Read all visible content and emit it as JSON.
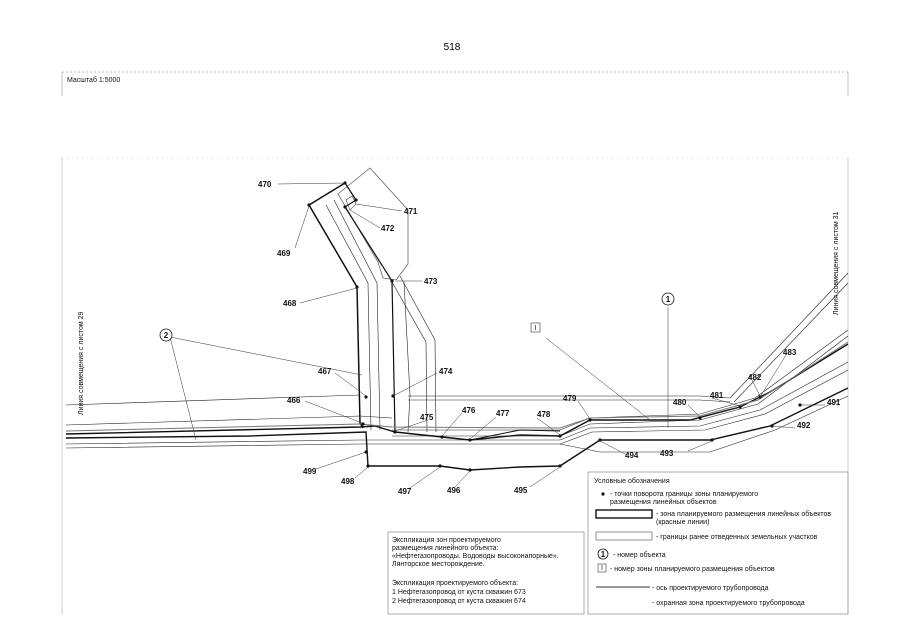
{
  "page_number": "518",
  "scale": "Масштаб 1:5000",
  "edge_left": "Линия совмещения с листом 29",
  "edge_right": "Линия совмещения с листом 31",
  "object_markers": {
    "obj1": "1",
    "obj2": "2",
    "zone": "I"
  },
  "points": [
    {
      "id": "p470",
      "label": "470"
    },
    {
      "id": "p471",
      "label": "471"
    },
    {
      "id": "p472",
      "label": "472"
    },
    {
      "id": "p469",
      "label": "469"
    },
    {
      "id": "p473",
      "label": "473"
    },
    {
      "id": "p468",
      "label": "468"
    },
    {
      "id": "p467",
      "label": "467"
    },
    {
      "id": "p474",
      "label": "474"
    },
    {
      "id": "p466",
      "label": "466"
    },
    {
      "id": "p475",
      "label": "475"
    },
    {
      "id": "p476",
      "label": "476"
    },
    {
      "id": "p477",
      "label": "477"
    },
    {
      "id": "p478",
      "label": "478"
    },
    {
      "id": "p479",
      "label": "479"
    },
    {
      "id": "p480",
      "label": "480"
    },
    {
      "id": "p481",
      "label": "481"
    },
    {
      "id": "p482",
      "label": "482"
    },
    {
      "id": "p483",
      "label": "483"
    },
    {
      "id": "p491",
      "label": "491"
    },
    {
      "id": "p492",
      "label": "492"
    },
    {
      "id": "p493",
      "label": "493"
    },
    {
      "id": "p494",
      "label": "494"
    },
    {
      "id": "p495",
      "label": "495"
    },
    {
      "id": "p496",
      "label": "496"
    },
    {
      "id": "p497",
      "label": "497"
    },
    {
      "id": "p498",
      "label": "498"
    },
    {
      "id": "p499",
      "label": "499"
    }
  ],
  "legend": {
    "title": "Условные обозначения",
    "turn_points_1": "- точки поворота границы зоны планируемого",
    "turn_points_2": "размещения линейных объектов",
    "zone_1": "- зона планируемого размещения линейных объектов",
    "zone_2": "(красные линии)",
    "allotted": "- границы ранее отведенных земельных участков",
    "object_num": "- номер  объекта",
    "zone_num": "- номер зоны планируемого размещения объектов",
    "axis": "- ось проектируемого трубопровода",
    "protect": "- охранная зона проектируемого трубопровода",
    "marker_obj": "1",
    "marker_zone": "I"
  },
  "explication": {
    "line1": "Экспликация зон проектируемого",
    "line2": "размещения линейного объекта:",
    "line3": "«Нефтегазопроводы. Водоводы высоконапорные».",
    "line4": "Лянторское месторождение.",
    "line5": "Экспликация проектируемого объекта:",
    "item1": "1   Нефтегазопровод от куста скважин 673",
    "item2": "2   Нефтегазопровод от куста скважин 674"
  }
}
